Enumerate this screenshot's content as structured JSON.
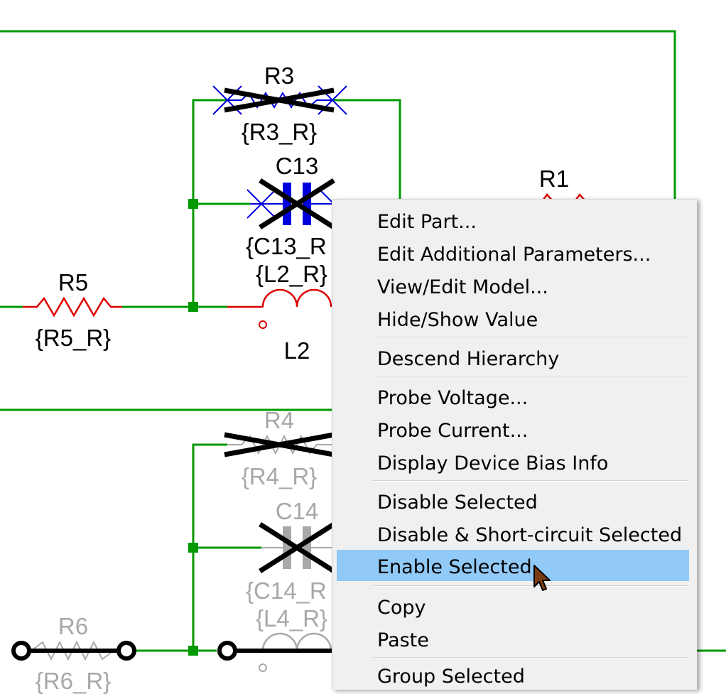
{
  "schematic": {
    "labels": {
      "r3": "R3",
      "r3_value": "{R3_R}",
      "c13": "C13",
      "c13_value": "{C13_R",
      "r5": "R5",
      "r5_value": "{R5_R}",
      "l2_value": "{L2_R}",
      "l2": "L2",
      "r1": "R1",
      "r4": "R4",
      "r4_value": "{R4_R}",
      "c14": "C14",
      "c14_value": "{C14_R",
      "l4_value": "{L4_R}",
      "r6": "R6",
      "r6_value": "{R6_R}"
    },
    "colors": {
      "wire": "#009900",
      "active_part": "#dd0000",
      "selected": "#0000dd",
      "disabled_part": "#a8a8a8",
      "disable_mark": "#000000"
    }
  },
  "context_menu": {
    "items": [
      "Edit Part...",
      "Edit Additional Parameters...",
      "View/Edit Model...",
      "Hide/Show Value",
      "Descend Hierarchy",
      "Probe Voltage...",
      "Probe Current...",
      "Display Device Bias Info",
      "Disable Selected",
      "Disable & Short-circuit Selected",
      "Enable Selected",
      "Copy",
      "Paste",
      "Group Selected"
    ],
    "highlighted": "Enable Selected",
    "highlight_color": "#91c9f7"
  }
}
